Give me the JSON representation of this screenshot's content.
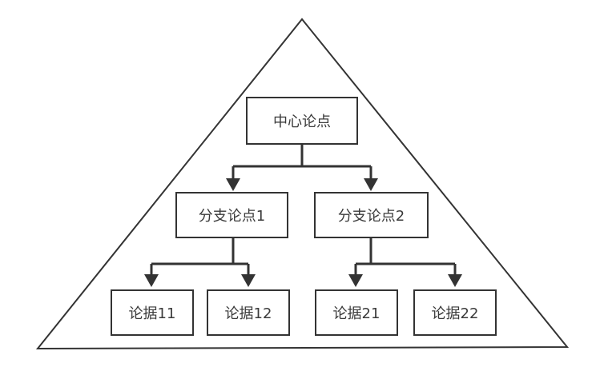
{
  "diagram": {
    "root": {
      "label": "中心论点"
    },
    "branches": [
      {
        "label": "分支论点1",
        "evidence": [
          {
            "label": "论据11"
          },
          {
            "label": "论据12"
          }
        ]
      },
      {
        "label": "分支论点2",
        "evidence": [
          {
            "label": "论据21"
          },
          {
            "label": "论据22"
          }
        ]
      }
    ]
  },
  "colors": {
    "line": "#333333",
    "text": "#3a3a3a",
    "background": "#ffffff"
  }
}
